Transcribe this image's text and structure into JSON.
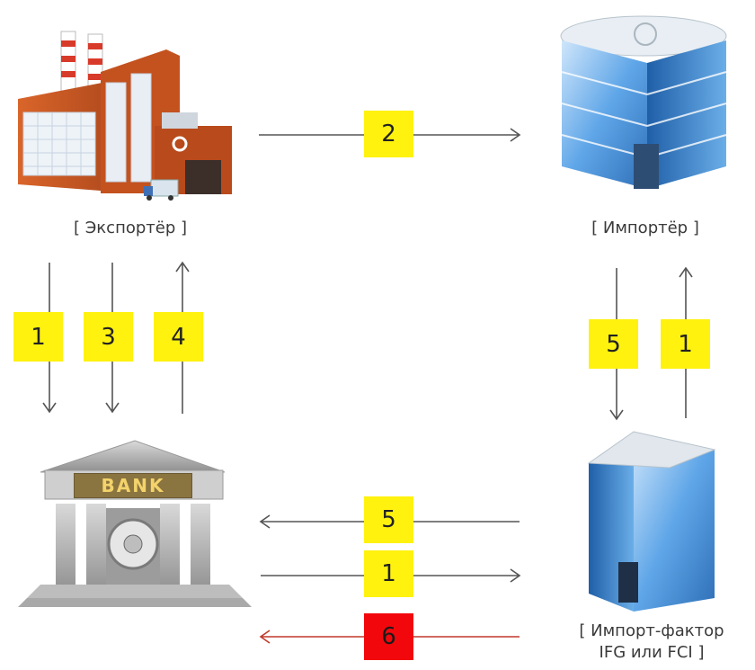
{
  "nodes": {
    "exporter": {
      "label": "[ Экспортёр ]"
    },
    "importer": {
      "label": "[ Импортёр ]"
    },
    "bank": {
      "sign": "BANK"
    },
    "import_factor": {
      "label_line1": "[ Импорт-фактор",
      "label_line2": "IFG или FCI ]"
    }
  },
  "steps": {
    "exporter_to_importer": "2",
    "exporter_to_bank_1": "1",
    "exporter_to_bank_3": "3",
    "bank_to_exporter_4": "4",
    "importer_to_factor_5": "5",
    "factor_to_importer_1": "1",
    "factor_to_bank_5": "5",
    "bank_to_factor_1": "1",
    "factor_to_bank_6": "6"
  },
  "colors": {
    "badge": "#fff20f",
    "badge_alert": "#f2080c",
    "arrow": "#555555",
    "arrow_alert": "#c0392b"
  }
}
